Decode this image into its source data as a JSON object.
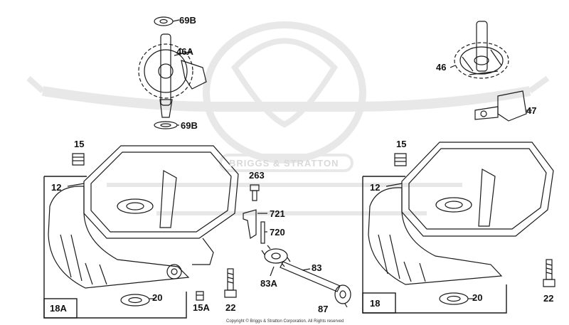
{
  "watermark": {
    "brand": "BRIGGS & STRATTON"
  },
  "left_assembly": {
    "box_label": "18A",
    "labels": {
      "p69b_top": "69B",
      "p46a": "46A",
      "p69b_mid": "69B",
      "p15": "15",
      "p12": "12",
      "p263": "263",
      "p721": "721",
      "p720": "720",
      "p83": "83",
      "p83a": "83A",
      "p20": "20",
      "p15a": "15A",
      "p22": "22",
      "p87": "87"
    }
  },
  "right_assembly": {
    "box_label": "18",
    "labels": {
      "p46": "46",
      "p47": "47",
      "p15": "15",
      "p12": "12",
      "p20": "20",
      "p22": "22"
    }
  },
  "footer": {
    "copyright": "Copyright © Briggs & Stratton Corporation. All Rights reserved"
  }
}
